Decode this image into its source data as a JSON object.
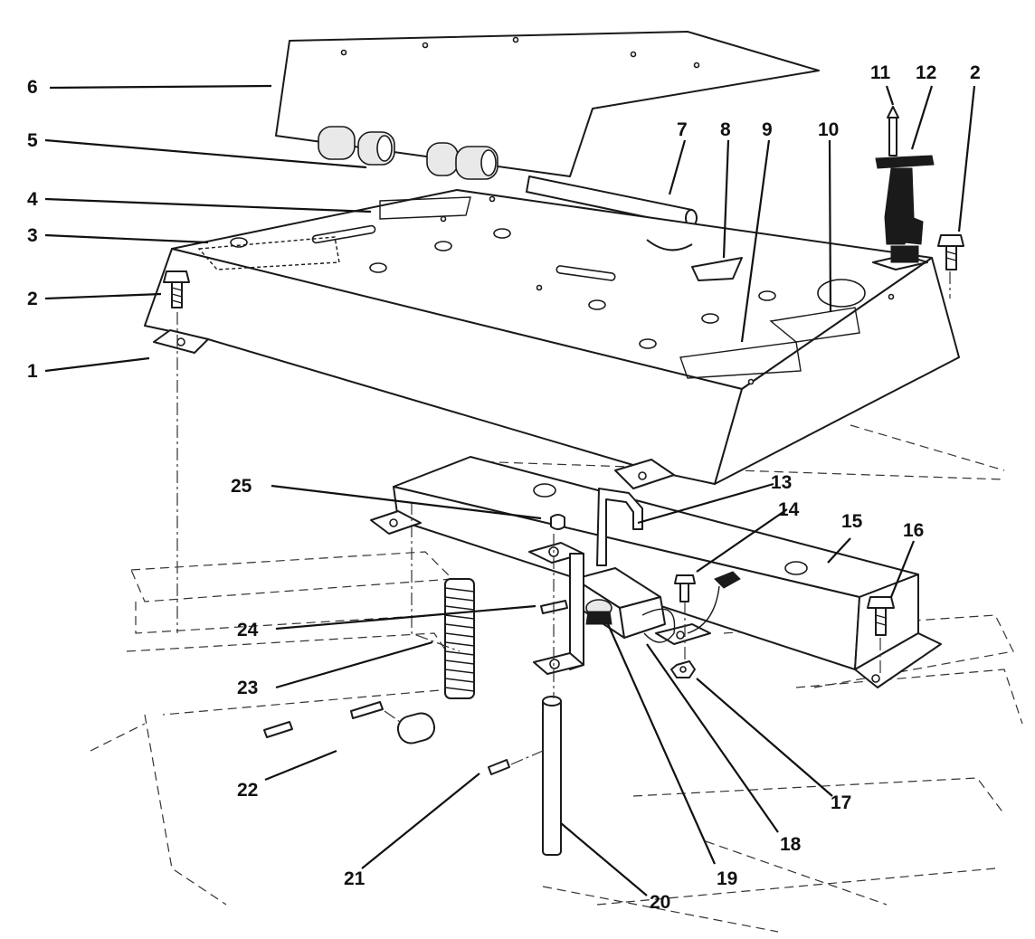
{
  "callouts": {
    "c1": "1",
    "c2a": "2",
    "c2b": "2",
    "c3": "3",
    "c4": "4",
    "c5": "5",
    "c6": "6",
    "c7": "7",
    "c8": "8",
    "c9": "9",
    "c10": "10",
    "c11": "11",
    "c12": "12",
    "c13": "13",
    "c14": "14",
    "c15": "15",
    "c16": "16",
    "c17": "17",
    "c18": "18",
    "c19": "19",
    "c20": "20",
    "c21": "21",
    "c22": "22",
    "c23": "23",
    "c24": "24",
    "c25": "25"
  }
}
